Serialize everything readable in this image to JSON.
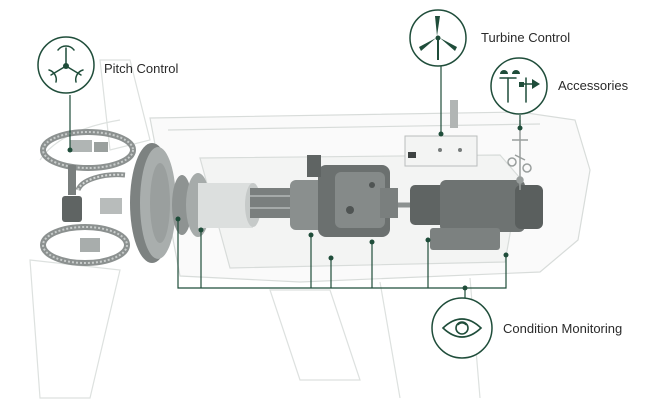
{
  "labels": {
    "pitch_control": "Pitch Control",
    "turbine_control": "Turbine Control",
    "accessories": "Accessories",
    "condition_monitoring": "Condition Monitoring"
  },
  "icons": {
    "pitch_control": "pitch-rotor-icon",
    "turbine_control": "wind-turbine-icon",
    "accessories": "anemometer-wind-vane-icon",
    "condition_monitoring": "eye-icon"
  },
  "colors": {
    "accent": "#1f4d3a",
    "outline": "#d4d8d6",
    "machinery": "#8c9190",
    "machinery_dark": "#5f6463"
  }
}
